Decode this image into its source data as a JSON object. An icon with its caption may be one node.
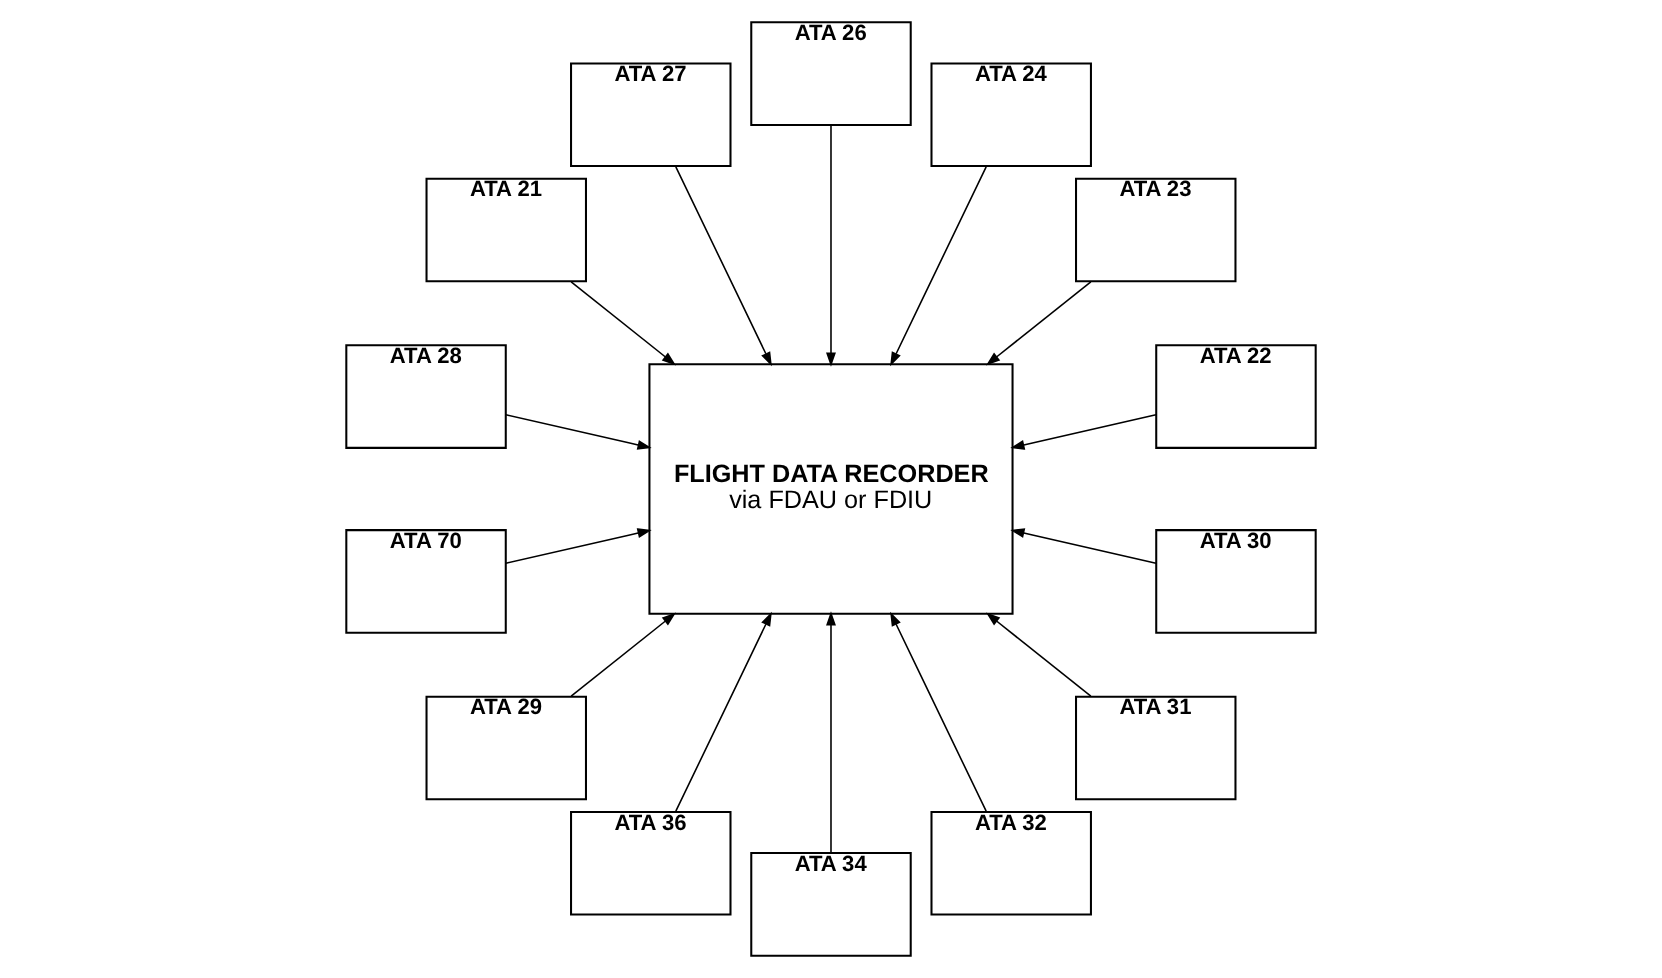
{
  "diagram": {
    "nodes": [
      {
        "text": [
          "ATA 22"
        ]
      },
      {
        "text": [
          "ATA 23"
        ]
      },
      {
        "text": [
          "ATA 24"
        ]
      },
      {
        "text": [
          "ATA 26"
        ]
      },
      {
        "text": [
          "ATA 27"
        ]
      },
      {
        "text": [
          "ATA 21"
        ]
      },
      {
        "text": [
          "FLIGHT DATA RECORDER",
          "via FDAU or FDIU"
        ]
      },
      {
        "text": [
          "ATA 28"
        ]
      },
      {
        "text": [
          "ATA 70"
        ]
      },
      {
        "text": [
          "ATA 29"
        ]
      },
      {
        "text": [
          "ATA 36"
        ]
      },
      {
        "text": [
          "ATA 34"
        ]
      },
      {
        "text": [
          "ATA 32"
        ]
      },
      {
        "text": [
          "ATA 31"
        ]
      },
      {
        "text": [
          "ATA 30"
        ]
      }
    ],
    "edges": [
      {
        "from": 0,
        "to": 6,
        "arrow": "to"
      },
      {
        "from": 1,
        "to": 6,
        "arrow": "to"
      },
      {
        "from": 2,
        "to": 6,
        "arrow": "to"
      },
      {
        "from": 3,
        "to": 6,
        "arrow": "to"
      },
      {
        "from": 4,
        "to": 6,
        "arrow": "to"
      },
      {
        "from": 5,
        "to": 6,
        "arrow": "to"
      },
      {
        "from": 7,
        "to": 6,
        "arrow": "to"
      },
      {
        "from": 8,
        "to": 6,
        "arrow": "to"
      },
      {
        "from": 9,
        "to": 6,
        "arrow": "to"
      },
      {
        "from": 10,
        "to": 6,
        "arrow": "to"
      },
      {
        "from": 11,
        "to": 6,
        "arrow": "to"
      },
      {
        "from": 12,
        "to": 6,
        "arrow": "to"
      },
      {
        "from": 13,
        "to": 6,
        "arrow": "to"
      },
      {
        "from": 14,
        "to": 6,
        "arrow": "to"
      }
    ]
  }
}
